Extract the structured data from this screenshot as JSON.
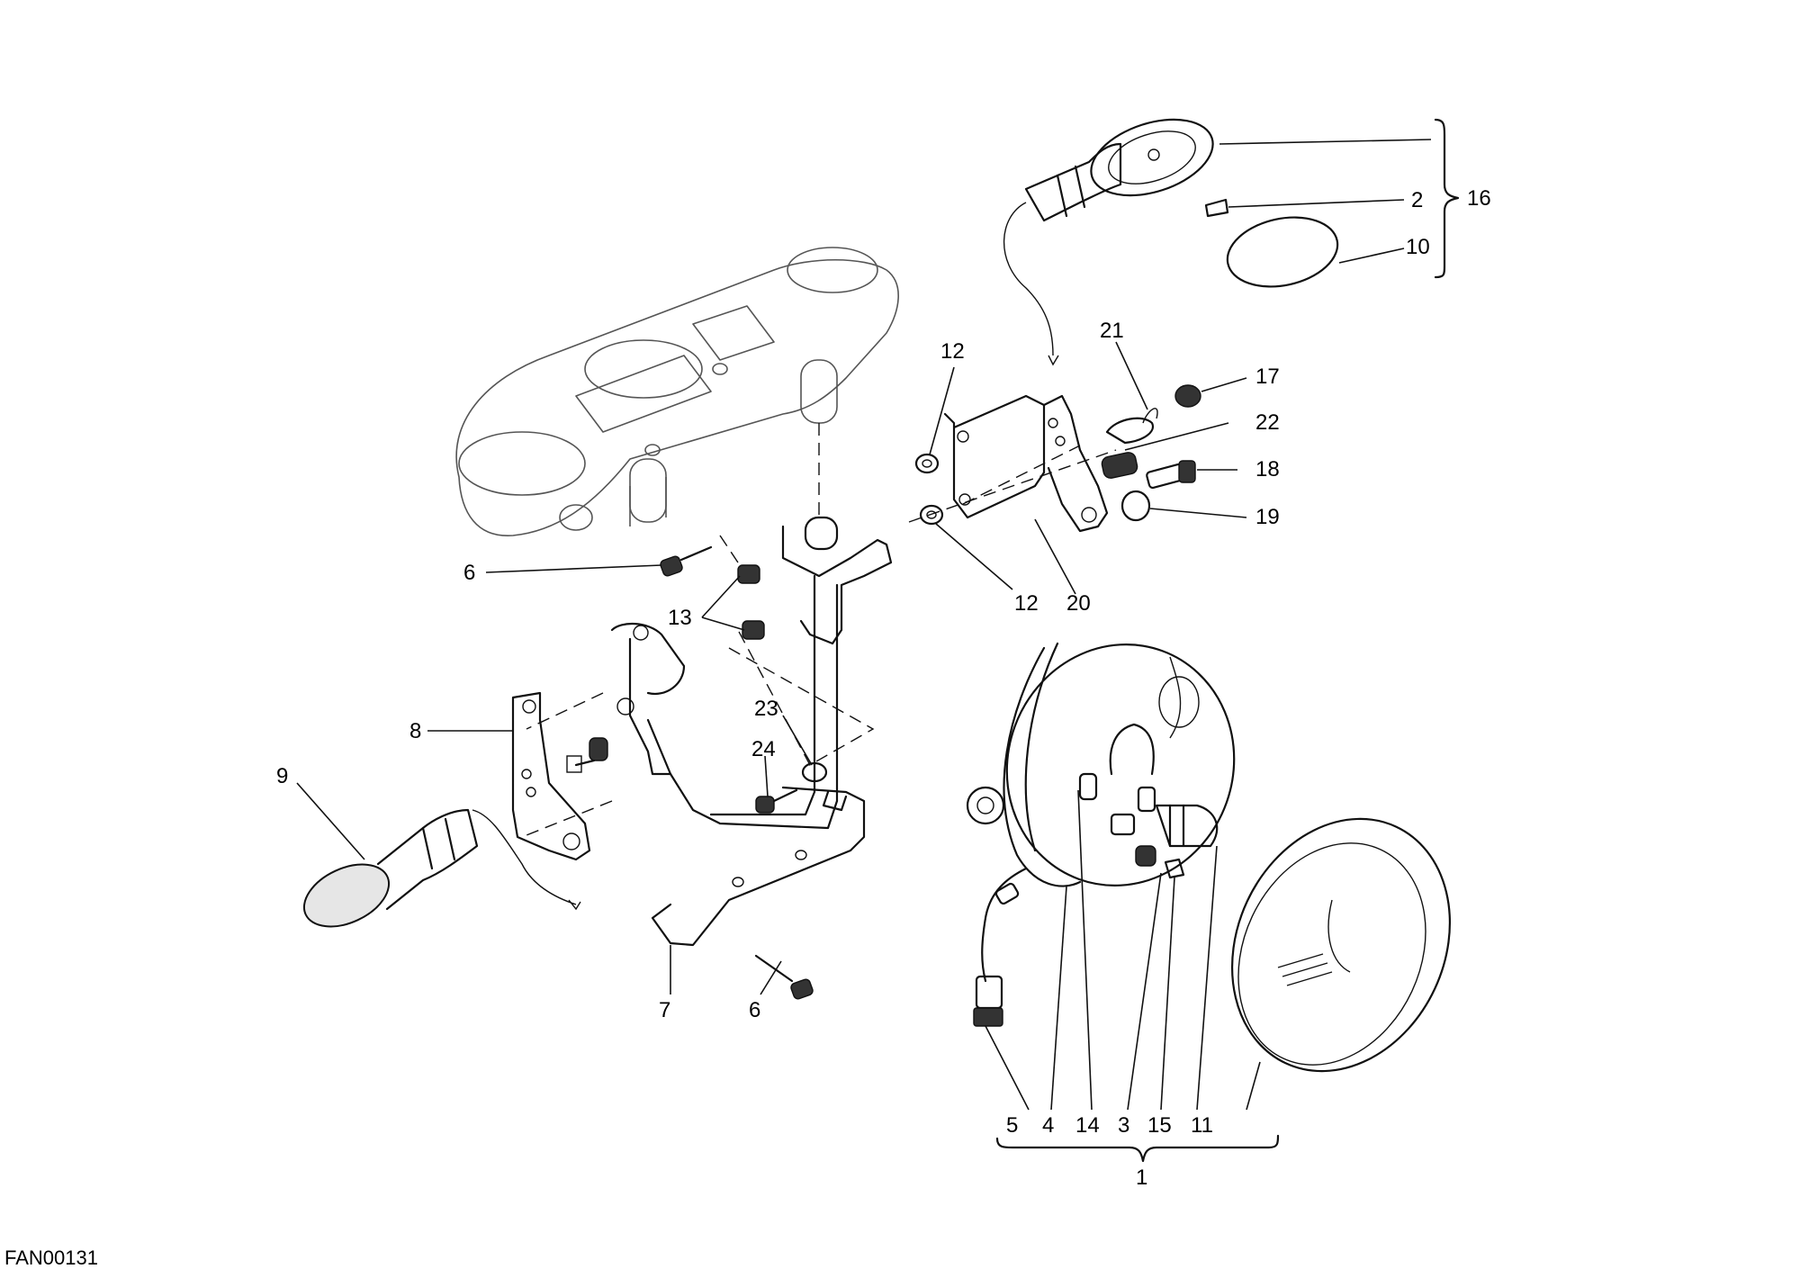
{
  "diagram_code": "FAN00131",
  "callouts": [
    {
      "id": "c1",
      "text": "1"
    },
    {
      "id": "c2",
      "text": "2"
    },
    {
      "id": "c3",
      "text": "3"
    },
    {
      "id": "c4",
      "text": "4"
    },
    {
      "id": "c5",
      "text": "5"
    },
    {
      "id": "c6a",
      "text": "6"
    },
    {
      "id": "c6b",
      "text": "6"
    },
    {
      "id": "c7",
      "text": "7"
    },
    {
      "id": "c8",
      "text": "8"
    },
    {
      "id": "c9",
      "text": "9"
    },
    {
      "id": "c10",
      "text": "10"
    },
    {
      "id": "c11",
      "text": "11"
    },
    {
      "id": "c12a",
      "text": "12"
    },
    {
      "id": "c12b",
      "text": "12"
    },
    {
      "id": "c13",
      "text": "13"
    },
    {
      "id": "c14",
      "text": "14"
    },
    {
      "id": "c15",
      "text": "15"
    },
    {
      "id": "c16",
      "text": "16"
    },
    {
      "id": "c17",
      "text": "17"
    },
    {
      "id": "c18",
      "text": "18"
    },
    {
      "id": "c19",
      "text": "19"
    },
    {
      "id": "c20",
      "text": "20"
    },
    {
      "id": "c21",
      "text": "21"
    },
    {
      "id": "c22",
      "text": "22"
    },
    {
      "id": "c23",
      "text": "23"
    },
    {
      "id": "c24",
      "text": "24"
    }
  ]
}
